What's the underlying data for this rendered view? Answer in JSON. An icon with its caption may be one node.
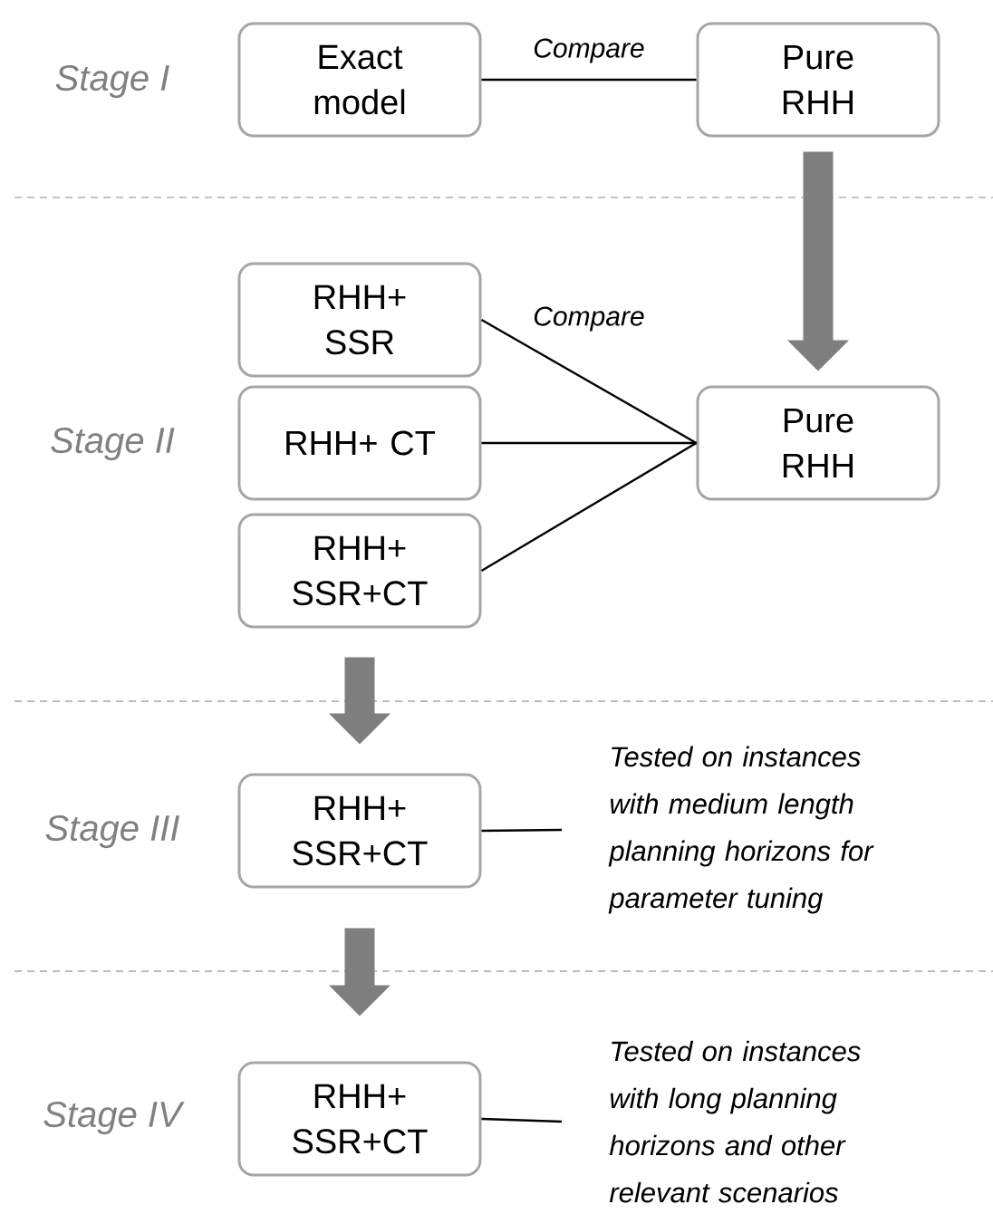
{
  "diagram": {
    "nodes": [
      {
        "text": [
          "Exact model"
        ]
      },
      {
        "text": [
          "Pure RHH"
        ]
      },
      {
        "text": [
          "RHH+ SSR"
        ]
      },
      {
        "text": [
          "RHH+ CT"
        ]
      },
      {
        "text": [
          "Pure RHH"
        ]
      },
      {
        "text": [
          "RHH+ SSR+CT"
        ]
      },
      {
        "text": [
          "RHH+ SSR+CT"
        ]
      },
      {
        "text": [
          "Tested on instances with medium length planning horizons for parameter tuning"
        ]
      },
      {
        "text": [
          "RHH+ SSR+CT"
        ]
      },
      {
        "text": [
          "Tested on instances with long planning horizons and other relevant scenarios"
        ]
      }
    ],
    "edges": [
      {
        "from": 0,
        "to": 1,
        "arrow": "none",
        "label": "Compare"
      },
      {
        "from": 1,
        "to": 4,
        "arrow": "to",
        "style": "thick",
        "color": "#7f7f7f"
      },
      {
        "from": 2,
        "to": 4,
        "arrow": "none",
        "label": "Compare"
      },
      {
        "from": 3,
        "to": 4,
        "arrow": "none"
      },
      {
        "from": 5,
        "to": 4,
        "arrow": "none"
      },
      {
        "from": 5,
        "to": 6,
        "arrow": "to",
        "style": "thick",
        "color": "#7f7f7f"
      },
      {
        "from": 6,
        "to": 7,
        "arrow": "none"
      },
      {
        "from": 6,
        "to": 8,
        "arrow": "to",
        "style": "thick",
        "color": "#7f7f7f"
      },
      {
        "from": 8,
        "to": 9,
        "arrow": "none"
      }
    ],
    "labels": [
      "Stage I",
      "Stage II",
      "Stage III",
      "Stage IV"
    ]
  }
}
